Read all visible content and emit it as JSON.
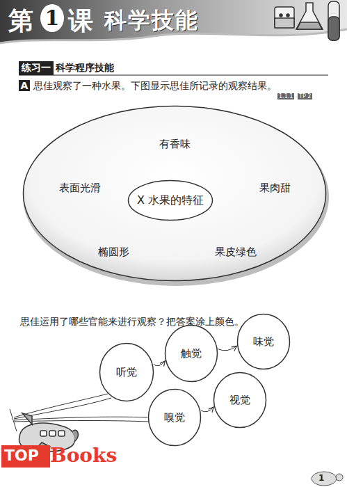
{
  "diagram": {
    "title": "科学技能",
    "nodes": [
      {
        "text": [
          "有香味",
          "表面光滑",
          "果肉甜",
          "椭圆形",
          "果皮绿色"
        ]
      },
      {
        "text": [
          "X 水果的特征"
        ],
        "in": 0
      },
      {
        "text": [
          "听觉"
        ]
      },
      {
        "text": [
          "触觉"
        ]
      },
      {
        "text": [
          "味觉"
        ]
      },
      {
        "text": [
          "嗅觉"
        ]
      },
      {
        "text": [
          "视觉"
        ]
      }
    ],
    "edges": [
      {
        "from": 2,
        "to": 3,
        "arrow": "to"
      },
      {
        "from": 3,
        "to": 4,
        "arrow": "to"
      },
      {
        "from": 5,
        "to": 6,
        "arrow": "to"
      }
    ],
    "labels": [
      "第",
      "1",
      "课",
      "练习一",
      "科学程序技能",
      "A",
      "思佳观察了一种水果。下图显示思佳所记录的观察结果。",
      "1.1.1",
      "TP 2",
      "思佳运用了哪些官能来进行观察？把答案涂上颜色。",
      "TOP",
      "Books",
      "1"
    ]
  }
}
